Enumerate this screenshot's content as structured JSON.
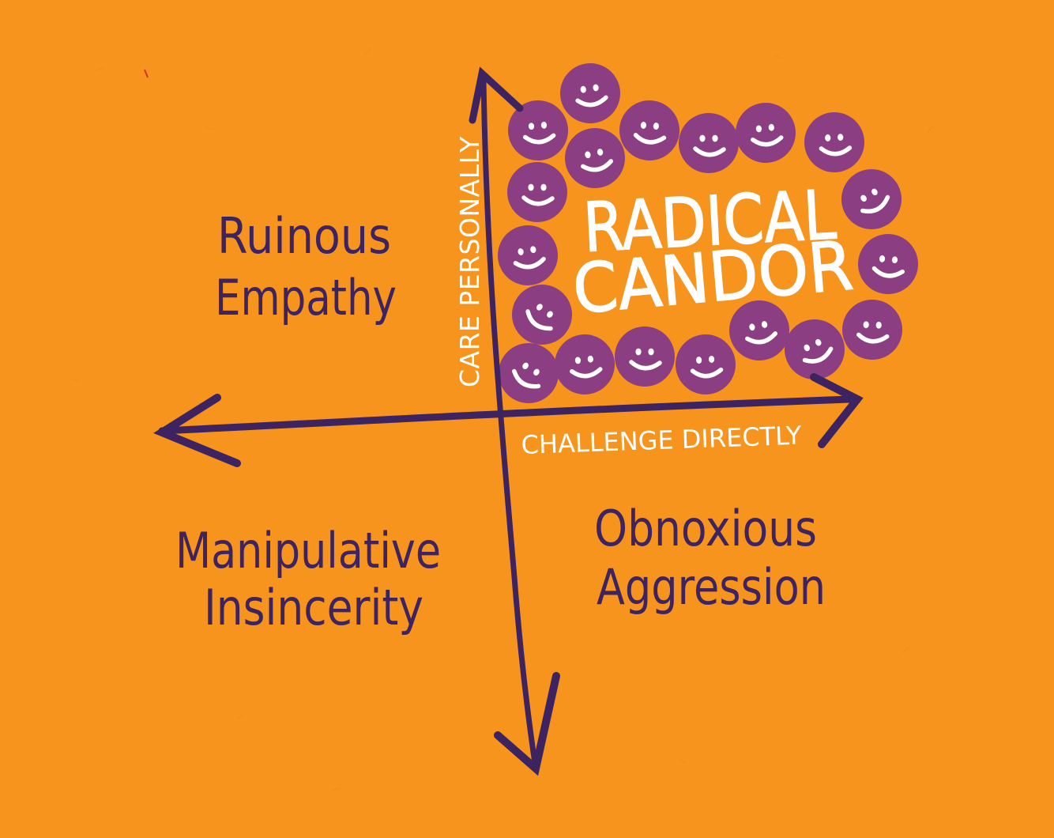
{
  "diagram": {
    "quadrants": {
      "top_left": [
        "Ruinous",
        "Empathy"
      ],
      "top_right": [
        "RADICAL",
        "CANDOR"
      ],
      "bottom_left": [
        "Manipulative",
        "Insincerity"
      ],
      "bottom_right": [
        "Obnoxious",
        "Aggression"
      ]
    },
    "axes": {
      "vertical_label": "CARE PERSONALLY",
      "horizontal_label": "CHALLENGE DIRECTLY"
    }
  },
  "colors": {
    "background": "#f7941d",
    "ink": "#3d2460",
    "smiley": "#8b3f82",
    "white": "#ffffff"
  },
  "icons": {
    "smiley": "smiley-face-icon"
  }
}
